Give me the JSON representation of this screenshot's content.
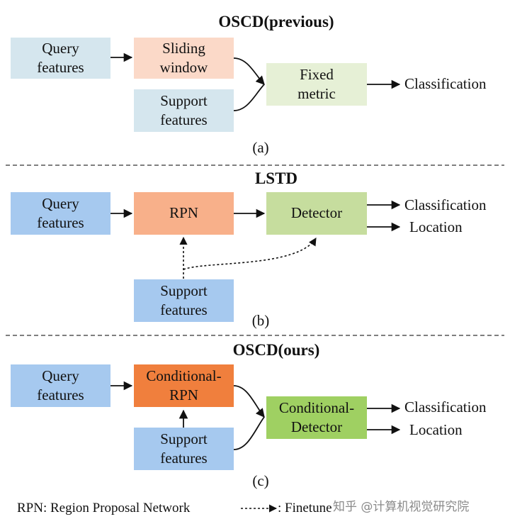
{
  "sections": {
    "a": {
      "title": "OSCD(previous)",
      "query": "Query\nfeatures",
      "sliding": "Sliding\nwindow",
      "support": "Support\nfeatures",
      "fixed": "Fixed\nmetric",
      "classification": "Classification",
      "caption": "(a)"
    },
    "b": {
      "title": "LSTD",
      "query": "Query\nfeatures",
      "rpn": "RPN",
      "detector": "Detector",
      "support": "Support\nfeatures",
      "classification": "Classification",
      "location": "Location",
      "caption": "(b)"
    },
    "c": {
      "title": "OSCD(ours)",
      "query": "Query\nfeatures",
      "crpn": "Conditional-\nRPN",
      "cdetector": "Conditional-\nDetector",
      "support": "Support\nfeatures",
      "classification": "Classification",
      "location": "Location",
      "caption": "(c)"
    }
  },
  "legend": {
    "rpn": "RPN: Region Proposal Network",
    "finetune": ": Finetune"
  },
  "watermark": "知乎 @计算机视觉研究院",
  "colors": {
    "light_blue": "#d5e6ee",
    "light_peach": "#fbd9c8",
    "light_green": "#e6f0d6",
    "blue": "#a6c9ef",
    "peach": "#f8b08a",
    "green": "#c6dd9e",
    "orange": "#f07f3d",
    "olive_green": "#9fd062"
  }
}
